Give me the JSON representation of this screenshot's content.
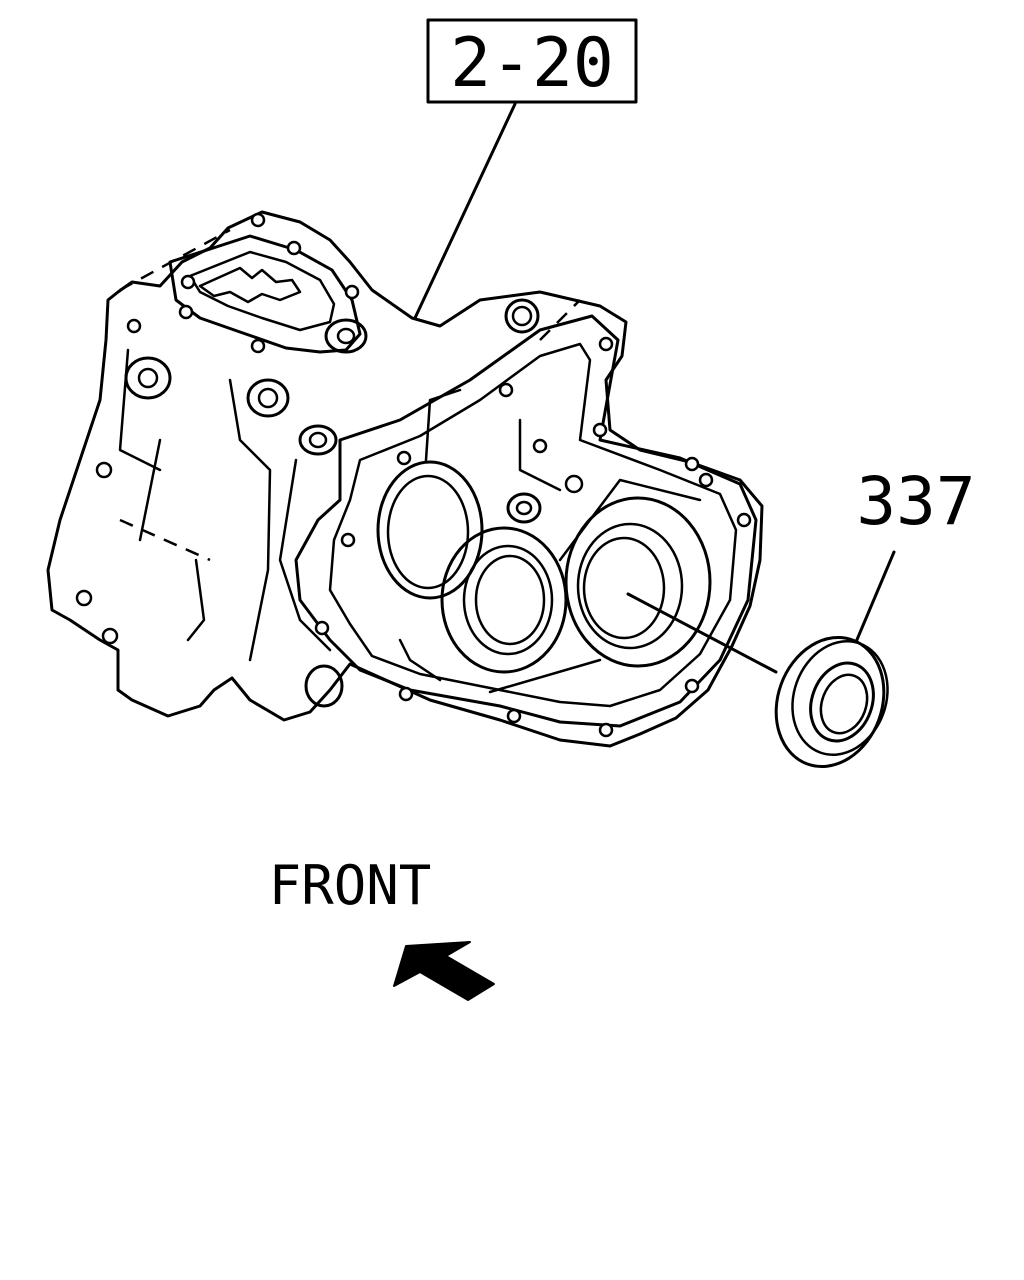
{
  "diagram": {
    "ref_box_label": "2-20",
    "part_label": "337",
    "direction_label": "FRONT"
  },
  "colors": {
    "line": "#000000",
    "background": "#ffffff"
  }
}
